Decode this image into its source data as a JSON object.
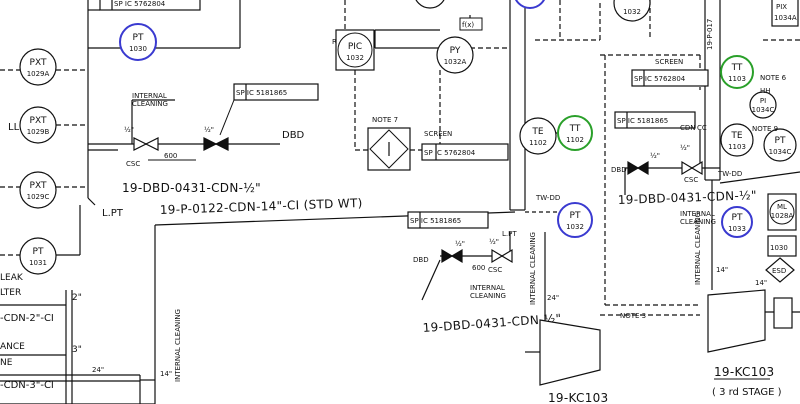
{
  "colors": {
    "line": "#111111",
    "blue": "#3a3ad0",
    "green": "#2aa02a",
    "bg": "#ffffff"
  },
  "instruments": {
    "pxt_1029a": {
      "tag": "PXT",
      "num": "1029A"
    },
    "pxt_1029b": {
      "tag": "PXT",
      "num": "1029B"
    },
    "pxt_1029c": {
      "tag": "PXT",
      "num": "1029C"
    },
    "pt_1031": {
      "tag": "PT",
      "num": "1031"
    },
    "pt_1030": {
      "tag": "PT",
      "num": "1030"
    },
    "pic_1032": {
      "tag": "PIC",
      "num": "1032"
    },
    "py_1032a": {
      "tag": "PY",
      "num": "1032A"
    },
    "te_1102": {
      "tag": "TE",
      "num": "1102"
    },
    "tt_1102": {
      "tag": "TT",
      "num": "1102"
    },
    "pt_1032": {
      "tag": "PT",
      "num": "1032"
    },
    "tt_1103": {
      "tag": "TT",
      "num": "1103"
    },
    "te_1103": {
      "tag": "TE",
      "num": "1103"
    },
    "pt_1033": {
      "tag": "PT",
      "num": "1033"
    },
    "pi_1034c": {
      "tag": "PI",
      "num": "1034C"
    },
    "pt_1034c": {
      "tag": "PT",
      "num": "1034C"
    },
    "top_1032": {
      "num": "1032"
    }
  },
  "labels": {
    "sp_top": "SP IC 5762804",
    "sp_1": "SP IC 5181865",
    "sp_2": "SP IC 5181865",
    "sp_3": "SP IC 5762804",
    "sp_4": "SP IC 5181865",
    "sp_screen": "SP IC 5762804",
    "screen_1": "SCREEN",
    "screen_2": "SCREEN",
    "internal_cleaning_1a": "INTERNAL",
    "internal_cleaning_1b": "CLEANING",
    "internal_cleaning_2a": "INTERNAL",
    "internal_cleaning_2b": "CLEANING",
    "internal_cleaning_3a": "INTERNAL",
    "internal_cleaning_3b": "CLEANING",
    "vert_cleaning_1": "INTERNAL CLEANING",
    "vert_cleaning_2": "INTERNAL CLEANING",
    "vert_cleaning_3": "INTERNAL CLEANING",
    "csc_1": "CSC",
    "csc_2": "CSC",
    "csc_3": "CSC",
    "dim_600_1": "600",
    "dim_600_2": "600",
    "half_1": "½\"",
    "half_2": "½\"",
    "half_3": "½\"",
    "half_4": "½\"",
    "half_5": "½\"",
    "half_6": "½\"",
    "dbd_1": "DBD",
    "dbd_2": "DBD",
    "dbd_3": "DBD",
    "line_1": "19-DBD-0431-CDN-½\"",
    "line_2": "19-P-0122-CDN-14\"-CI (STD WT)",
    "line_3": "19-DBD-0431-CDN-½\"",
    "line_4": "19-DBD-0431-CDN-½\"",
    "lpt_1": "L.PT",
    "lpt_2": "L.PT",
    "ll": "LL",
    "leak": "LEAK",
    "lter": "LTER",
    "cdn2": "-CDN-2\"-CI",
    "ance": "ANCE",
    "ne": "NE",
    "cdn3": "-CDN-3\"-CI",
    "size_2": "2\"",
    "size_3": "3\"",
    "size_24_1": "24\"",
    "size_14_1": "14\"",
    "size_24_2": "24\"",
    "size_14_2": "14\"",
    "size_14_3": "14\"",
    "r_label": "R",
    "note_7": "NOTE 7",
    "note_3": "NOTE 3",
    "note_6": "NOTE 6",
    "note_9": "NOTE 9",
    "fx": "f(x)",
    "tw_dd_1": "TW-DD",
    "tw_dd_2": "TW-DD",
    "cdn": "CDN",
    "cc": "CC",
    "hh": "HH",
    "kc103_1": "19-KC103",
    "kc103_2": "19-KC103",
    "kc103_stage": "( 3 rd STAGE )",
    "p017": "19-P-017",
    "pix": "PIX",
    "pix_num": "1034A",
    "ml": "ML",
    "ml_num": "1028A",
    "ml_2": "1030",
    "esd": "ESD"
  }
}
